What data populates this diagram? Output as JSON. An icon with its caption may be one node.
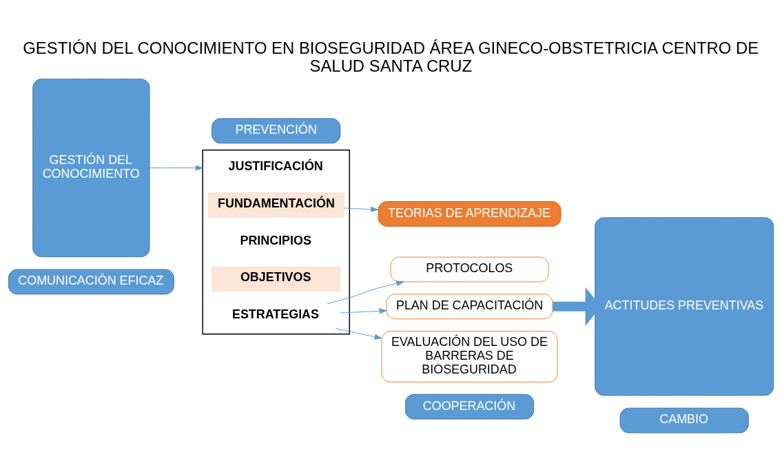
{
  "diagram": {
    "title": "GESTIÓN DEL CONOCIMIENTO EN BIOSEGURIDAD ÁREA GINECO-OBSTETRICIA CENTRO DE SALUD SANTA CRUZ",
    "nodes": [
      {
        "text": [
          "GESTIÓN DEL CONOCIMIENTO"
        ]
      },
      {
        "text": [],
        "shape": "box"
      },
      {
        "text": [
          "JUSTIFICACIÓN"
        ],
        "in": 1
      },
      {
        "text": [
          "FUNDAMENTACIÓN"
        ],
        "in": 1
      },
      {
        "text": [
          "PRINCIPIOS"
        ],
        "in": 1
      },
      {
        "text": [
          "OBJETIVOS"
        ],
        "in": 1
      },
      {
        "text": [
          "ESTRATEGIAS"
        ],
        "in": 1
      },
      {
        "text": [
          "TEORIAS DE APRENDIZAJE"
        ]
      },
      {
        "text": [
          "PROTOCOLOS"
        ]
      },
      {
        "text": [
          "PLAN DE CAPACITACIÓN"
        ]
      },
      {
        "text": [
          "EVALUACIÓN DEL USO DE BARRERAS DE BIOSEGURIDAD"
        ]
      },
      {
        "text": [
          "ACTITUDES PREVENTIVAS"
        ]
      },
      {
        "text": [
          "COMUNICACIÓN EFICAZ"
        ]
      },
      {
        "text": [
          "PREVENCIÓN"
        ]
      },
      {
        "text": [
          "COOPERACIÓN"
        ]
      },
      {
        "text": [
          "CAMBIO"
        ]
      }
    ],
    "edges": [
      {
        "from": 0,
        "to": 2,
        "arrow": "to"
      },
      {
        "from": 3,
        "to": 7,
        "arrow": "to"
      },
      {
        "from": 6,
        "to": 8,
        "arrow": "to"
      },
      {
        "from": 6,
        "to": 9,
        "arrow": "to"
      },
      {
        "from": 6,
        "to": 10,
        "arrow": "to"
      },
      {
        "from": 9,
        "to": 11,
        "arrow": "to",
        "style": "thick"
      }
    ]
  }
}
